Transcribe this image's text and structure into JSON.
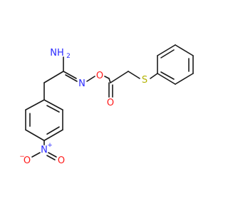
{
  "colors": {
    "bond": "#1a1a1a",
    "nitrogen": "#2a2aff",
    "oxygen": "#ff1a1a",
    "sulfur": "#b3b300"
  },
  "labels": {
    "amine_n": "NH",
    "amine_h_sub": "2",
    "imine_n": "N",
    "oxime_o": "O",
    "ester_o": "O",
    "sulfur": "S",
    "nitro_n": "N",
    "nitro_n_charge": "+",
    "nitro_o_left": "O",
    "nitro_o_left_charge": "−",
    "nitro_o_right": "O"
  }
}
